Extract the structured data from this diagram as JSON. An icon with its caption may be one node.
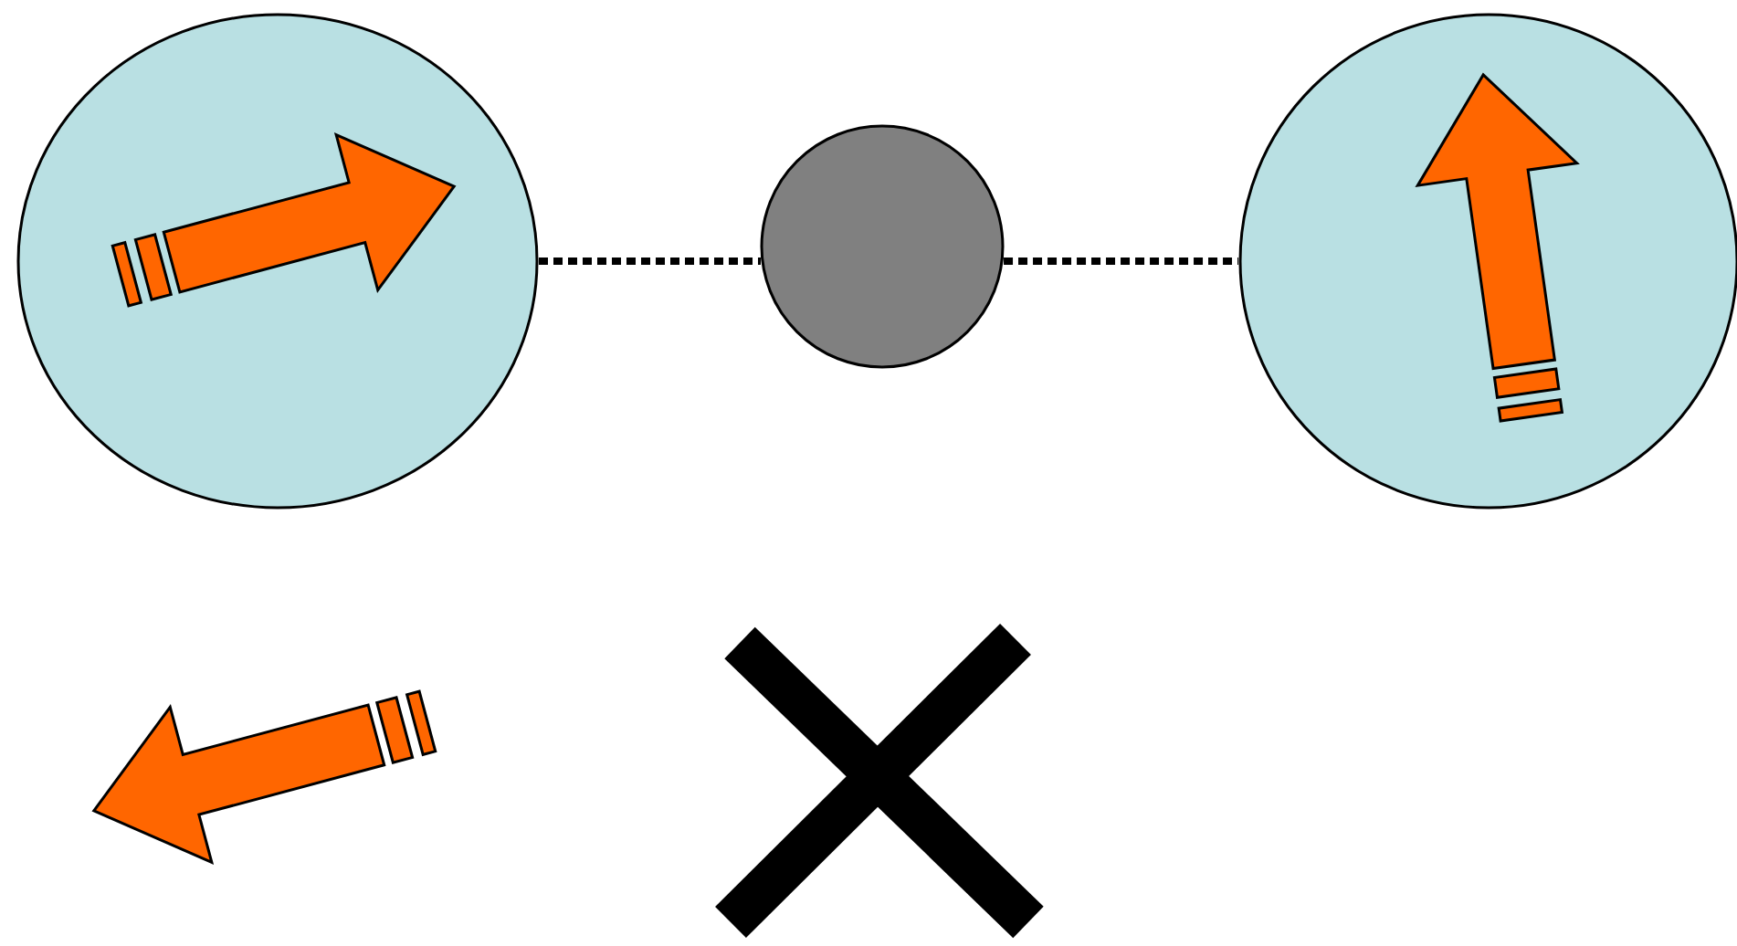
{
  "diagram": {
    "nodes": [
      {
        "text": [],
        "shape": "circle"
      },
      {
        "text": [],
        "shape": "circle"
      },
      {
        "text": [],
        "shape": "circle"
      }
    ],
    "edges": [
      {
        "from": 0,
        "to": 1,
        "arrow": "none",
        "style": "dashed"
      },
      {
        "from": 1,
        "to": 2,
        "arrow": "none",
        "style": "dashed"
      }
    ]
  }
}
